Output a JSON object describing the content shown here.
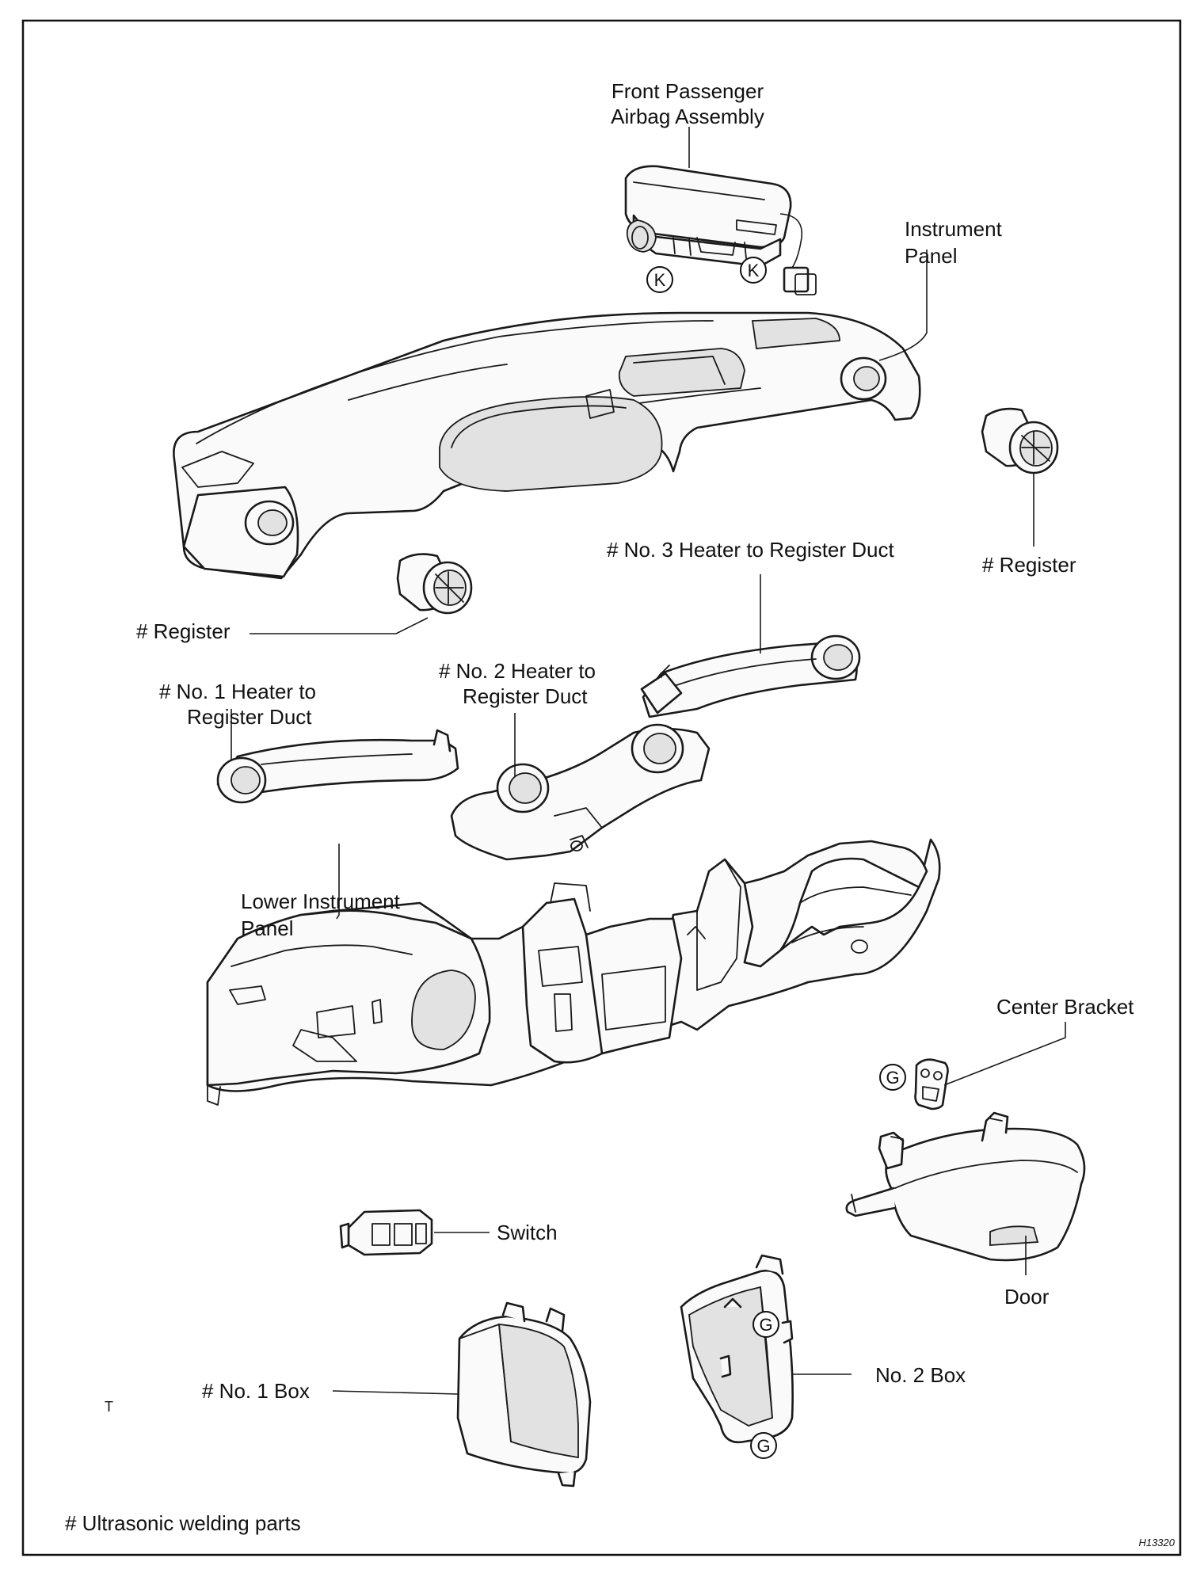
{
  "labels": {
    "airbag_line1": "Front Passenger",
    "airbag_line2": "Airbag Assembly",
    "panel_line1": "Instrument",
    "panel_line2": "Panel",
    "register_right": "# Register",
    "register_left": "# Register",
    "duct3": "#  No. 3 Heater to Register Duct",
    "duct1_line1": "#  No. 1 Heater to",
    "duct1_line2": "Register Duct",
    "duct2_line1": "# No. 2 Heater to",
    "duct2_line2": "Register Duct",
    "lower_line1": "Lower Instrument",
    "lower_line2": "Panel",
    "center_bracket": "Center Bracket",
    "switch": "Switch",
    "door": "Door",
    "box1": "# No. 1 Box",
    "box2": "No. 2 Box",
    "stray_mark": "T",
    "footnote": "# Ultrasonic welding parts",
    "drawing_code": "H13320"
  },
  "callouts": {
    "k1": "K",
    "k2": "K",
    "g_bracket": "G",
    "g_box_top": "G",
    "g_box_bottom": "G"
  }
}
